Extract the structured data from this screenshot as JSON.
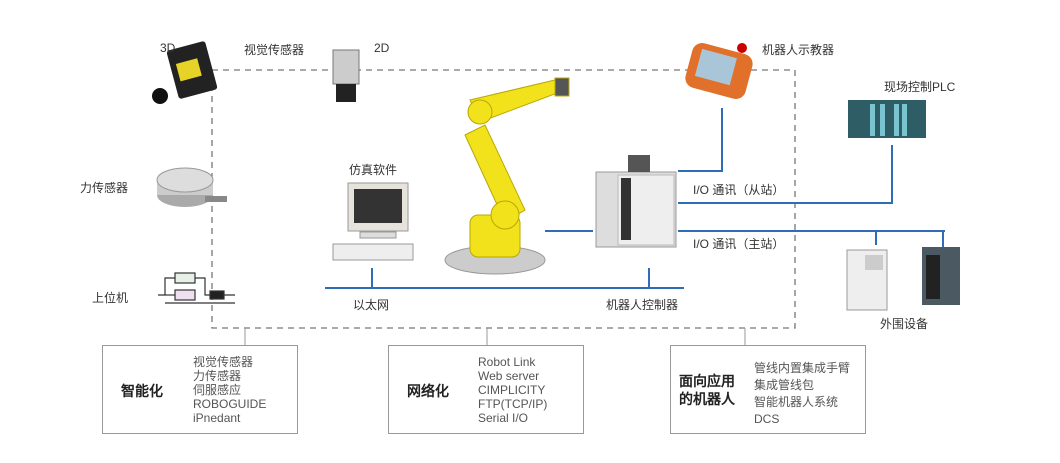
{
  "labels": {
    "vision_3d": "3D",
    "vision_sensor": "视觉传感器",
    "vision_2d": "2D",
    "force_sensor": "力传感器",
    "host": "上位机",
    "sim_software": "仿真软件",
    "ethernet": "以太网",
    "robot_controller": "机器人控制器",
    "teach_pendant": "机器人示教器",
    "plc": "现场控制PLC",
    "io_slave": "I/O 通讯（从站）",
    "io_master": "I/O 通讯（主站）",
    "peripherals": "外围设备"
  },
  "boxes": [
    {
      "title": "智能化",
      "items": [
        "视觉传感器",
        "力传感器",
        "伺服感应",
        "ROBOGUIDE",
        "iPnedant"
      ]
    },
    {
      "title": "网络化",
      "items": [
        "Robot Link",
        "Web server",
        "CIMPLICITY",
        "FTP(TCP/IP)",
        "Serial I/O"
      ]
    },
    {
      "title_line1": "面向应用",
      "title_line2": "的机器人",
      "items": [
        "管线内置集成手臂",
        "集成管线包",
        "智能机器人系统",
        "DCS"
      ]
    }
  ],
  "colors": {
    "line": "#2f6db5",
    "dash": "#777777",
    "robot": "#f2e21c"
  }
}
